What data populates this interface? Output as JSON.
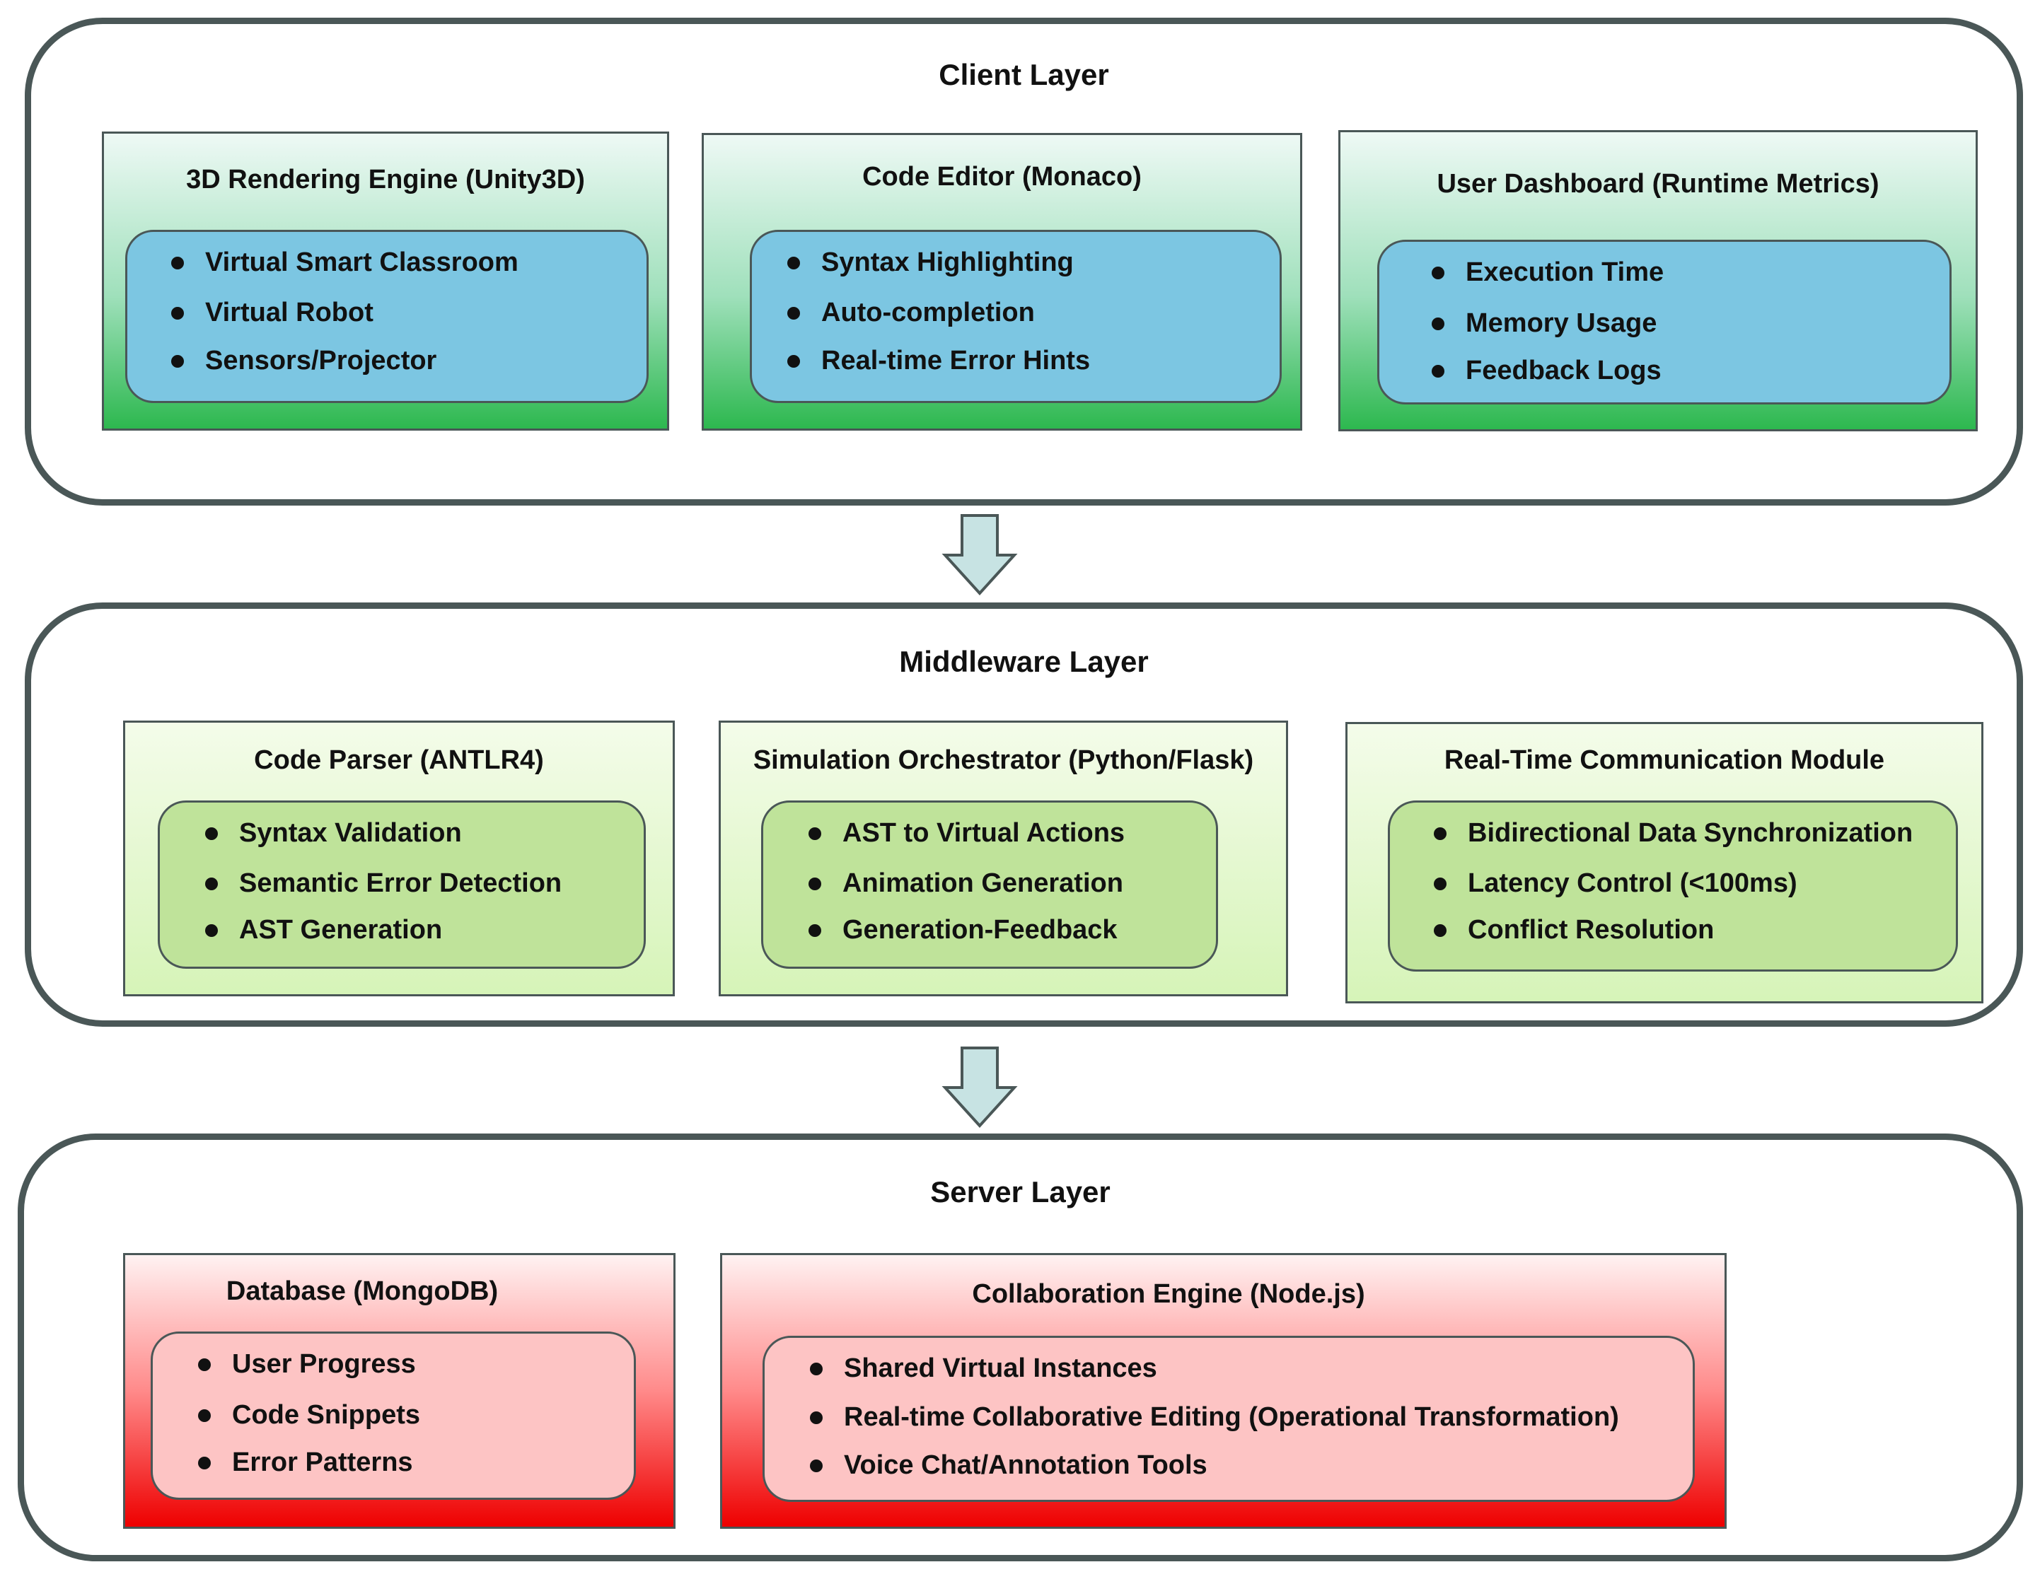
{
  "layers": {
    "client": {
      "title": "Client Layer",
      "modules": [
        {
          "title": "3D Rendering  Engine (Unity3D)",
          "items": [
            "Virtual Smart Classroom",
            "Virtual Robot",
            "Sensors/Projector"
          ]
        },
        {
          "title": "Code Editor (Monaco)",
          "items": [
            "Syntax Highlighting",
            "Auto-completion",
            "Real-time Error Hints"
          ]
        },
        {
          "title": "User Dashboard (Runtime Metrics)",
          "items": [
            "Execution Time",
            "Memory Usage",
            "Feedback Logs"
          ]
        }
      ]
    },
    "middleware": {
      "title": "Middleware Layer",
      "modules": [
        {
          "title": "Code Parser (ANTLR4)",
          "items": [
            "Syntax Validation",
            "Semantic Error Detection",
            "AST Generation"
          ]
        },
        {
          "title": "Simulation Orchestrator (Python/Flask)",
          "items": [
            "AST to Virtual Actions",
            "Animation Generation",
            "Generation-Feedback"
          ]
        },
        {
          "title": "Real-Time Communication Module",
          "items": [
            "Bidirectional Data Synchronization",
            "Latency Control (<100ms)",
            "Conflict Resolution"
          ]
        }
      ]
    },
    "server": {
      "title": "Server Layer",
      "modules": [
        {
          "title": "Database (MongoDB)",
          "items": [
            "User Progress",
            "Code Snippets",
            "Error Patterns"
          ]
        },
        {
          "title": "Collaboration Engine (Node.js)",
          "items": [
            "Shared Virtual Instances",
            "Real-time Collaborative Editing (Operational Transformation)",
            "Voice Chat/Annotation Tools"
          ]
        }
      ]
    }
  },
  "colors": {
    "border": "#4a5757",
    "arrow_fill": "#c7e3e3",
    "client_inner": "#7cc6e2",
    "middleware_inner": "#bfe39a",
    "server_inner": "#fdc4c4",
    "client_gradient_bottom": "#2db84f",
    "server_gradient_bottom": "#ee0000"
  }
}
